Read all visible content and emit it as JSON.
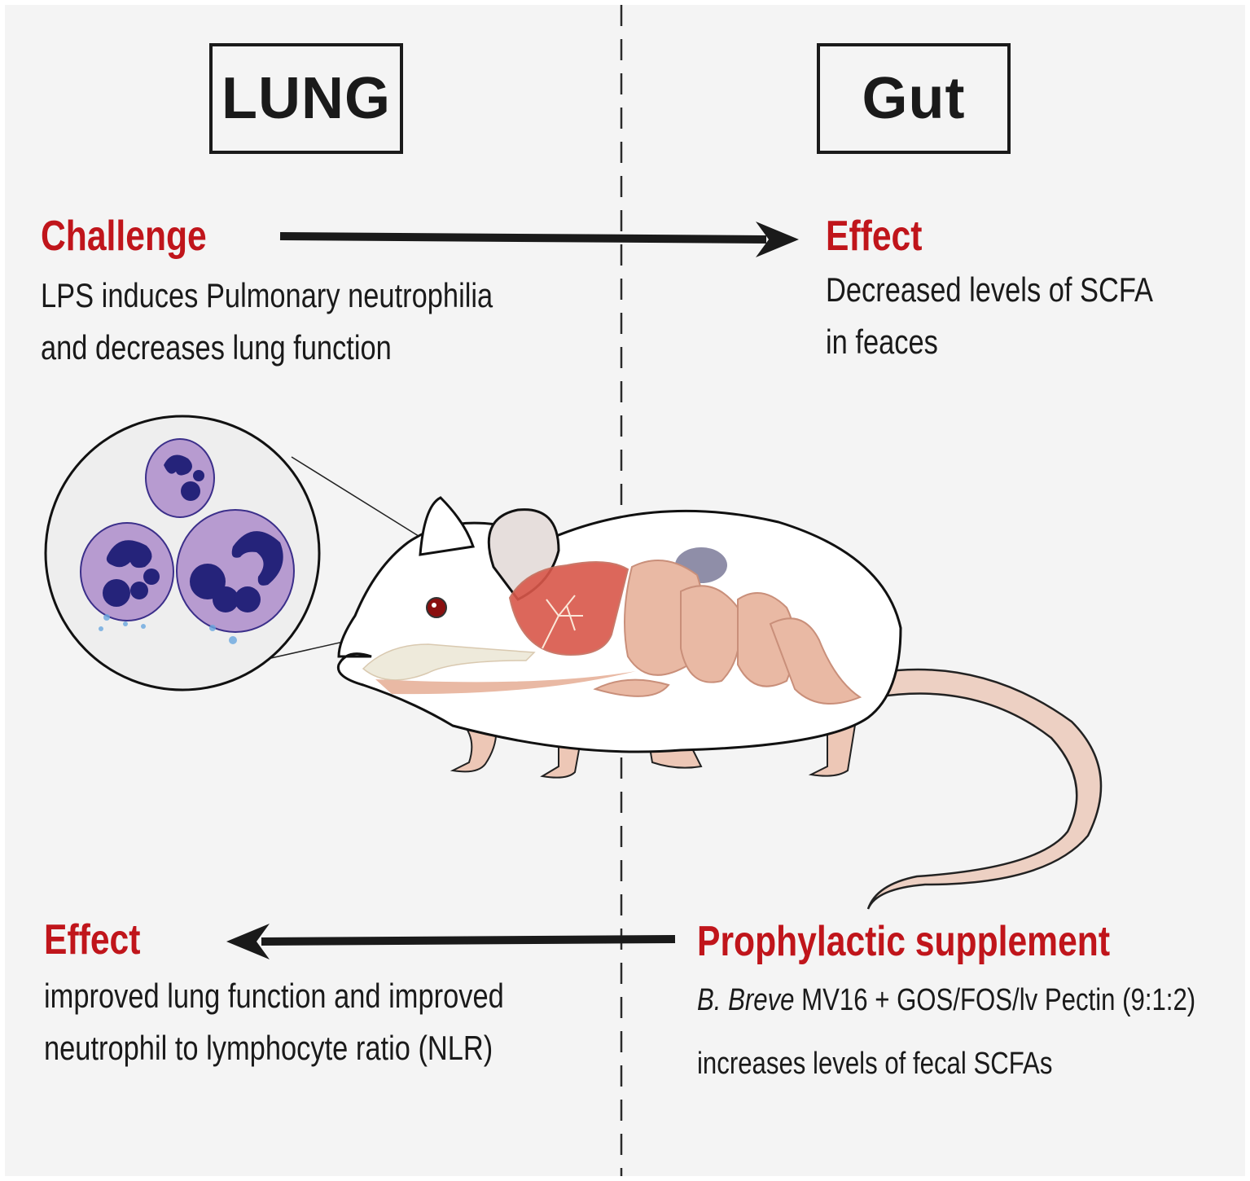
{
  "panels": {
    "left_title": "LUNG",
    "right_title": "Gut"
  },
  "top_left": {
    "heading": "Challenge",
    "lines": [
      "LPS induces Pulmonary neutrophilia",
      "and decreases lung function"
    ]
  },
  "top_right": {
    "heading": "Effect",
    "lines": [
      "Decreased levels of SCFA",
      "in feaces"
    ]
  },
  "bottom_left": {
    "heading": "Effect",
    "lines": [
      "improved lung function and improved",
      "neutrophil to lymphocyte ratio (NLR)"
    ]
  },
  "bottom_right": {
    "heading": "Prophylactic supplement",
    "species_italic": "B. Breve",
    "formula": " MV16 + GOS/FOS/lv Pectin (9:1:2)",
    "line2": "increases levels of fecal SCFAs"
  },
  "colors": {
    "heading_red": "#c0151b",
    "text": "#1a1a1a",
    "background": "#f4f4f4",
    "neutrophil_cytoplasm": "#b79bd0",
    "neutrophil_nucleus": "#25237a",
    "mouse_organ": "#e9b9a4",
    "lung": "#d9574a"
  },
  "illustration": {
    "subject": "mouse-anatomy",
    "inset": "neutrophils-magnified"
  }
}
